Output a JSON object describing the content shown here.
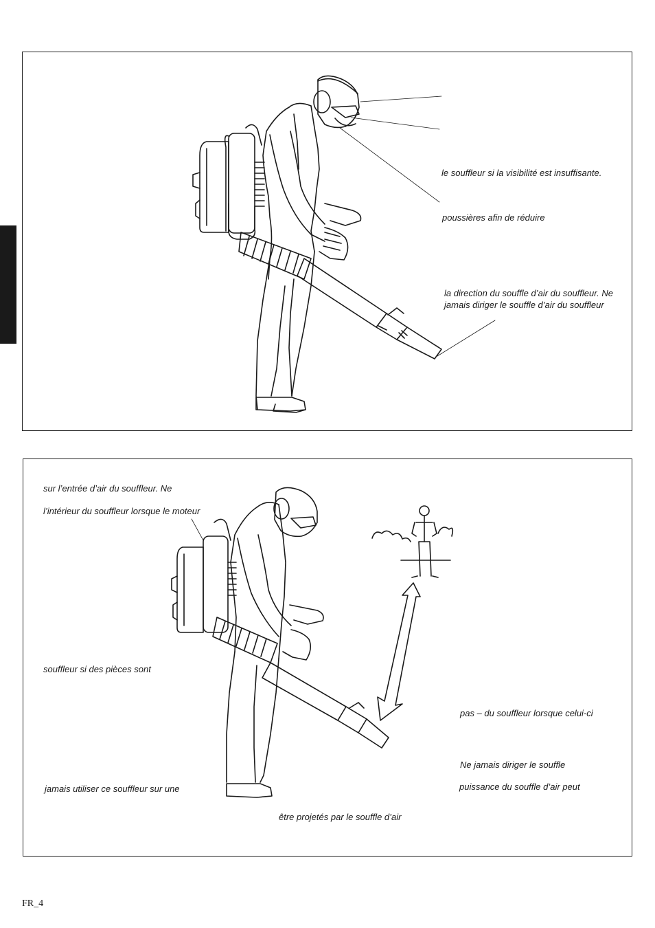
{
  "panel1": {
    "captions": [
      "le souffleur si la visibilité est insuffisante.",
      "poussières afin de réduire",
      "la direction du souffle d’air du souffleur. Ne",
      "jamais diriger le souffle d’air du souffleur"
    ]
  },
  "panel2": {
    "captions_left": [
      "sur l’entrée d’air du souffleur. Ne",
      "l’intérieur du souffleur lorsque le moteur",
      "souffleur si des pièces sont",
      "jamais utiliser ce souffleur sur une"
    ],
    "captions_right": [
      "pas – du souffleur lorsque celui-ci",
      "Ne jamais diriger le souffle",
      "puissance du souffle d’air peut"
    ],
    "caption_bottom": "être projetés par le souffle d’air"
  },
  "footer": {
    "page_label": "FR_4"
  }
}
